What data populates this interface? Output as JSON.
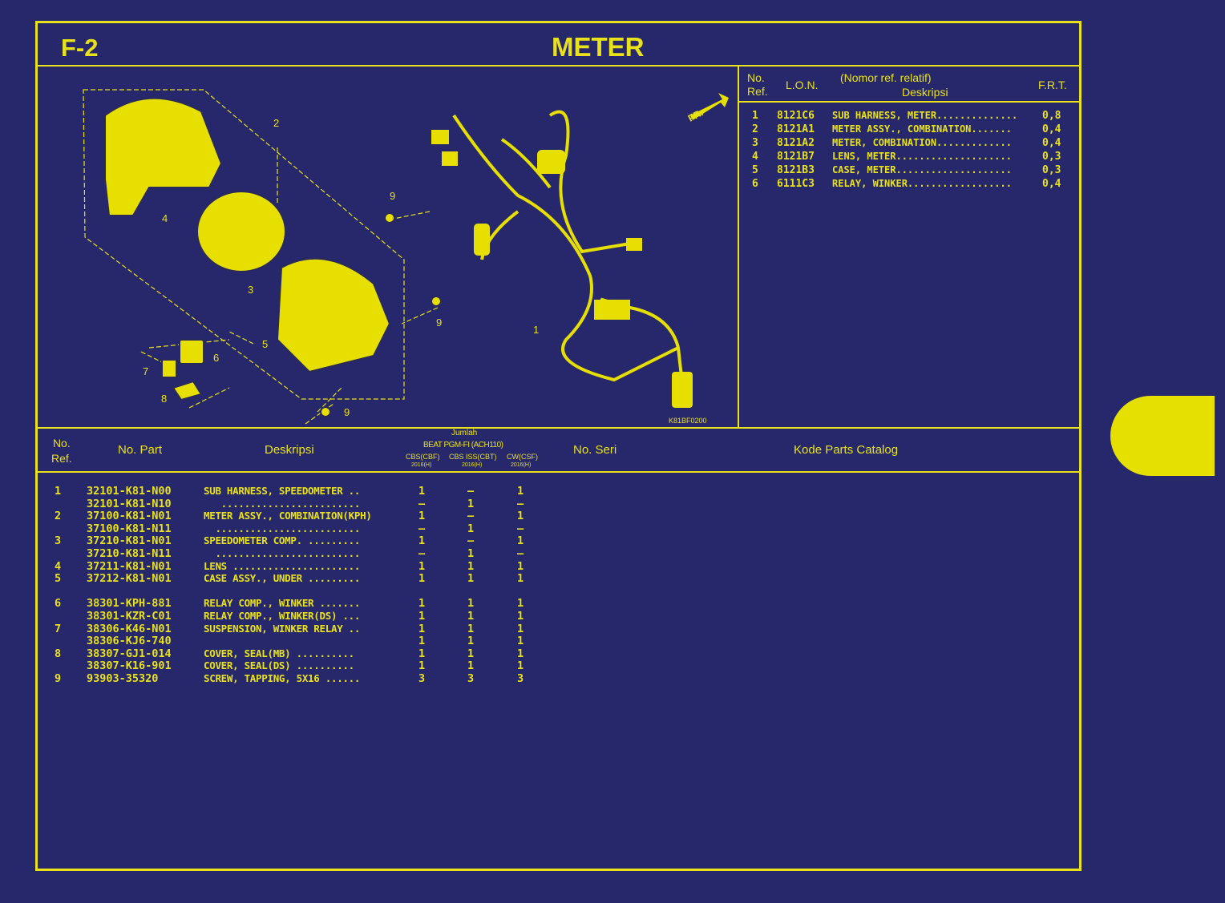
{
  "header": {
    "code": "F-2",
    "title": "METER"
  },
  "diagram": {
    "fr_label": "FR.",
    "figure_code": "K81BF0200",
    "callouts": [
      "2",
      "4",
      "3",
      "9",
      "9",
      "5",
      "6",
      "7",
      "8",
      "9",
      "1"
    ]
  },
  "frt_table": {
    "headers": {
      "no_ref": "No.\nRef.",
      "lon": "L.O.N.",
      "relative": "(Nomor ref. relatif)",
      "desc": "Deskripsi",
      "frt": "F.R.T."
    },
    "rows": [
      {
        "ref": "1",
        "lon": "8121C6",
        "desc": "SUB HARNESS, METER..............",
        "frt": "0,8"
      },
      {
        "ref": "2",
        "lon": "8121A1",
        "desc": "METER ASSY., COMBINATION.......",
        "frt": "0,4"
      },
      {
        "ref": "3",
        "lon": "8121A2",
        "desc": "METER, COMBINATION.............",
        "frt": "0,4"
      },
      {
        "ref": "4",
        "lon": "8121B7",
        "desc": "LENS, METER....................",
        "frt": "0,3"
      },
      {
        "ref": "5",
        "lon": "8121B3",
        "desc": "CASE, METER....................",
        "frt": "0,3"
      },
      {
        "ref": "6",
        "lon": "6111C3",
        "desc": "RELAY, WINKER..................",
        "frt": "0,4"
      }
    ]
  },
  "parts_table": {
    "headers": {
      "no_ref": "No.\nRef.",
      "no_part": "No. Part",
      "desc": "Deskripsi",
      "jumlah": "Jumlah",
      "model": "BEAT PGM-FI (ACH110)",
      "variants": [
        "CBS(CBF)",
        "CBS ISS(CBT)",
        "CW(CSF)"
      ],
      "years": [
        "2016(H)",
        "2016(H)",
        "2016(H)"
      ],
      "no_seri": "No. Seri",
      "kode": "Kode Parts Catalog"
    },
    "rows": [
      {
        "ref": "1",
        "part": "32101-K81-N00",
        "desc": "SUB HARNESS, SPEEDOMETER ..",
        "q": [
          "1",
          "–",
          "1"
        ]
      },
      {
        "ref": "",
        "part": "32101-K81-N10",
        "desc": "   ........................",
        "q": [
          "–",
          "1",
          "–"
        ]
      },
      {
        "ref": "2",
        "part": "37100-K81-N01",
        "desc": "METER ASSY., COMBINATION(KPH)",
        "q": [
          "1",
          "–",
          "1"
        ]
      },
      {
        "ref": "",
        "part": "37100-K81-N11",
        "desc": "  .........................",
        "q": [
          "–",
          "1",
          "–"
        ]
      },
      {
        "ref": "3",
        "part": "37210-K81-N01",
        "desc": "SPEEDOMETER COMP. .........",
        "q": [
          "1",
          "–",
          "1"
        ]
      },
      {
        "ref": "",
        "part": "37210-K81-N11",
        "desc": "  .........................",
        "q": [
          "–",
          "1",
          "–"
        ]
      },
      {
        "ref": "4",
        "part": "37211-K81-N01",
        "desc": "LENS ......................",
        "q": [
          "1",
          "1",
          "1"
        ]
      },
      {
        "ref": "5",
        "part": "37212-K81-N01",
        "desc": "CASE ASSY., UNDER .........",
        "q": [
          "1",
          "1",
          "1"
        ]
      },
      {
        "ref": "",
        "part": "",
        "desc": "",
        "q": [
          "",
          "",
          ""
        ]
      },
      {
        "ref": "6",
        "part": "38301-KPH-881",
        "desc": "RELAY COMP., WINKER .......",
        "q": [
          "1",
          "1",
          "1"
        ]
      },
      {
        "ref": "",
        "part": "38301-KZR-C01",
        "desc": "RELAY COMP., WINKER(DS) ...",
        "q": [
          "1",
          "1",
          "1"
        ]
      },
      {
        "ref": "7",
        "part": "38306-K46-N01",
        "desc": "SUSPENSION, WINKER RELAY ..",
        "q": [
          "1",
          "1",
          "1"
        ]
      },
      {
        "ref": "",
        "part": "38306-KJ6-740",
        "desc": "",
        "q": [
          "1",
          "1",
          "1"
        ]
      },
      {
        "ref": "8",
        "part": "38307-GJ1-014",
        "desc": "COVER, SEAL(MB) ..........",
        "q": [
          "1",
          "1",
          "1"
        ]
      },
      {
        "ref": "",
        "part": "38307-K16-901",
        "desc": "COVER, SEAL(DS) ..........",
        "q": [
          "1",
          "1",
          "1"
        ]
      },
      {
        "ref": "9",
        "part": "93903-35320",
        "desc": "SCREW, TAPPING, 5X16 ......",
        "q": [
          "3",
          "3",
          "3"
        ]
      }
    ]
  },
  "colors": {
    "background": "#26286b",
    "accent": "#e9e21a"
  }
}
